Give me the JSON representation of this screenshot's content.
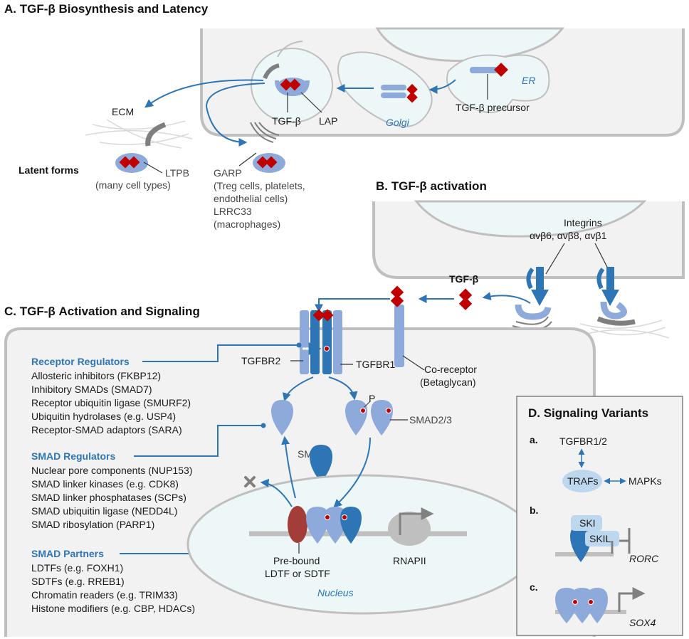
{
  "panelA": {
    "title": "A. TGF-β Biosynthesis and Latency",
    "er": "ER",
    "golgi": "Golgi",
    "precursor": "TGF-β precursor",
    "tgfb": "TGF-β",
    "lap": "LAP",
    "ecm": "ECM",
    "latent_forms": "Latent forms",
    "ltpb": "LTPB",
    "ltpb_sub": "(many cell types)",
    "garp": "GARP",
    "garp_sub": [
      "(Treg cells, platelets,",
      "endothelial cells)"
    ],
    "lrrc33": "LRRC33",
    "lrrc33_sub": "(macrophages)"
  },
  "panelB": {
    "title": "B. TGF-β activation",
    "integrins": "Integrins",
    "integrin_types": "αvβ6, αvβ8, αvβ1",
    "tgfb": "TGF-β"
  },
  "panelC": {
    "title": "C. TGF-β Activation and Signaling",
    "tgfbr2": "TGFBR2",
    "tgfbr1": "TGFBR1",
    "coreceptor": [
      "Co-receptor",
      "(Betaglycan)"
    ],
    "p": "P",
    "smad23": "SMAD2/3",
    "smad4": "SMAD4",
    "prebound": [
      "Pre-bound",
      "LDTF or SDTF"
    ],
    "rnapii": "RNAPII",
    "nucleus": "Nucleus",
    "receptor_regulators": {
      "heading": "Receptor Regulators",
      "items": [
        "Allosteric inhibitors (FKBP12)",
        "Inhibitory SMADs (SMAD7)",
        "Receptor ubiquitin ligase (SMURF2)",
        "Ubiquitin hydrolases (e.g. USP4)",
        "Receptor-SMAD adaptors (SARA)"
      ]
    },
    "smad_regulators": {
      "heading": "SMAD Regulators",
      "items": [
        "Nuclear pore components (NUP153)",
        "SMAD linker kinases (e.g. CDK8)",
        "SMAD linker phosphatases (SCPs)",
        "SMAD ubiquitin ligase (NEDD4L)",
        "SMAD ribosylation (PARP1)"
      ]
    },
    "smad_partners": {
      "heading": "SMAD Partners",
      "items": [
        "LDTFs (e.g. FOXH1)",
        "SDTFs (e.g. RREB1)",
        "Chromatin readers (e.g. TRIM33)",
        "Histone modifiers (e.g. CBP, HDACs)"
      ]
    }
  },
  "panelD": {
    "title": "D. Signaling Variants",
    "a_label": "a.",
    "b_label": "b.",
    "c_label": "c.",
    "tgfbr12": "TGFBR1/2",
    "trafs": "TRAFs",
    "mapks": "MAPKs",
    "ski": "SKI",
    "skil": "SKIL",
    "rorc": "RORC",
    "sox4": "SOX4"
  },
  "colors": {
    "light_blue": "#8eaadb",
    "dark_blue": "#2e75b6",
    "red": "#c00000",
    "dark_red": "#a33d3a",
    "gray_fill": "#f2f2f2",
    "gray_stroke": "#bfbfbf",
    "cyan_light": "#eef7f8"
  }
}
